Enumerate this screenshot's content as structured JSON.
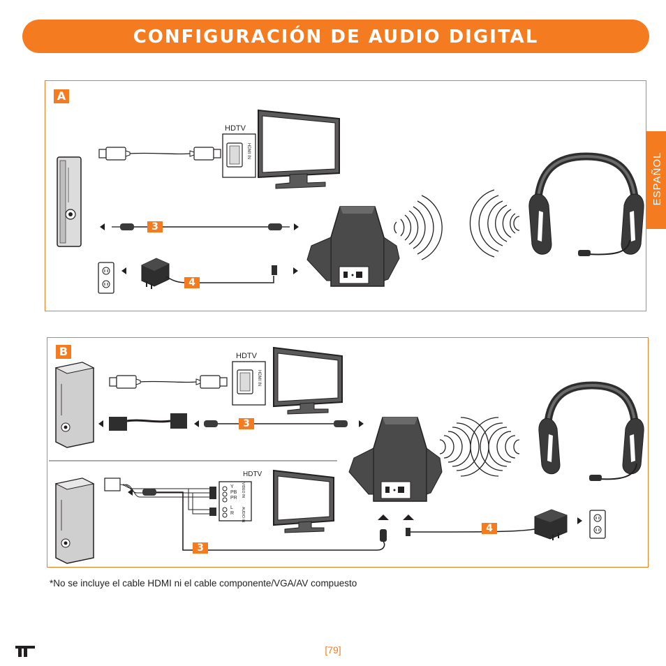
{
  "header": {
    "title": "CONFIGURACIÓN DE AUDIO DIGITAL"
  },
  "language_tab": {
    "label": "ESPAÑOL"
  },
  "panels": [
    {
      "label": "A",
      "hdtv_label": "HDTV",
      "hdmi_port_label": "HDMI IN",
      "steps": [
        "3",
        "4"
      ]
    },
    {
      "label": "B",
      "hdtv_label": "HDTV",
      "hdmi_port_label": "HDMI IN",
      "steps": [
        "3",
        "4"
      ],
      "lower": {
        "hdtv_label": "HDTV",
        "steps": [
          "3"
        ],
        "component_labels": [
          "Y",
          "PB",
          "PR",
          "L",
          "R"
        ],
        "video_in_label": "VIDEO IN",
        "audio_in_label": "AUDIO IN"
      }
    }
  ],
  "footnote": "*No se incluye el cable HDMI ni el cable componente/VGA/AV compuesto",
  "page_number": "[79]",
  "colors": {
    "accent": "#f47b20",
    "device_gray": "#4a4a4a",
    "line": "#231f20"
  },
  "icons": [
    "tv-icon",
    "console-icon",
    "headset-icon",
    "transmitter-icon",
    "power-adapter-icon",
    "wall-outlet-icon",
    "hdmi-plug-icon",
    "optical-plug-icon",
    "wireless-waves-icon",
    "arrow-icon"
  ]
}
